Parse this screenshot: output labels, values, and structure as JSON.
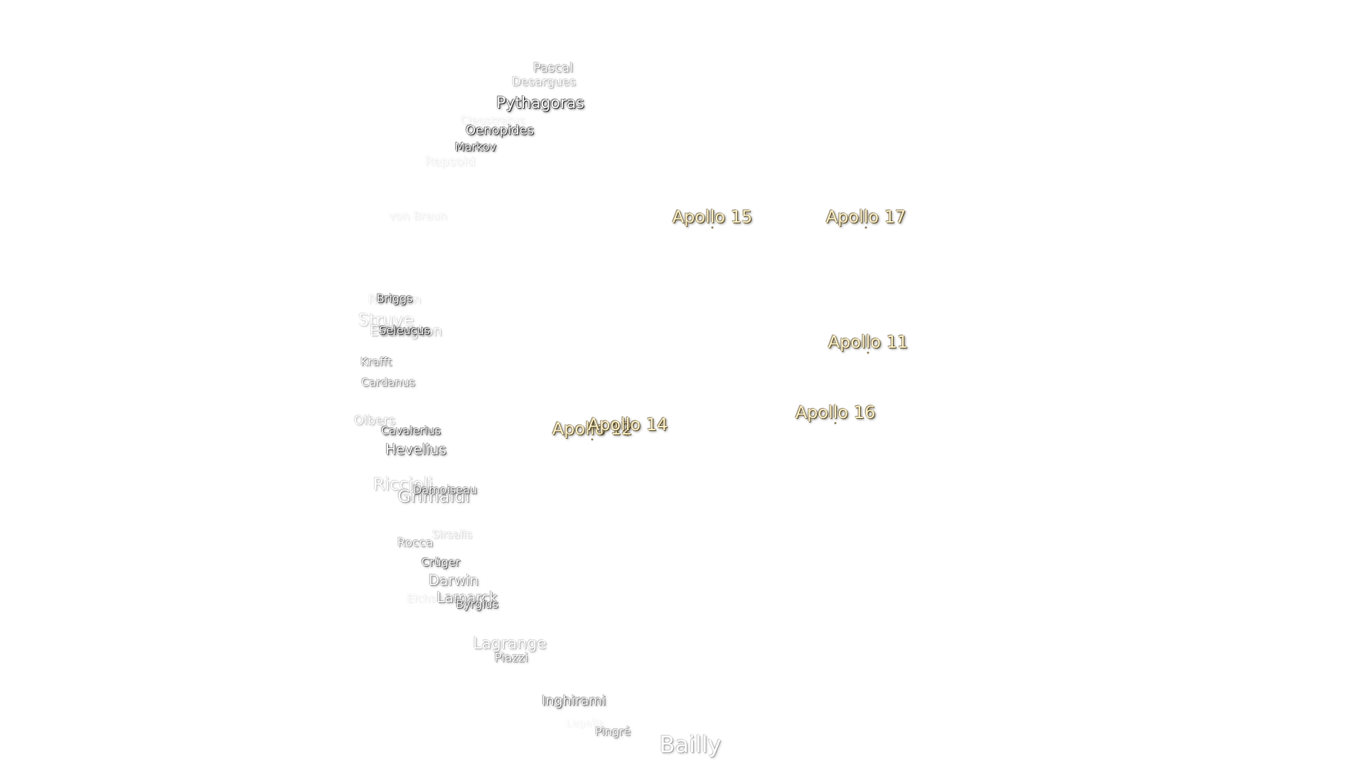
{
  "craters": [
    {
      "name": "Pascal",
      "tone": 0.55
    },
    {
      "name": "Desargues",
      "tone": 0.45
    },
    {
      "name": "Pythagoras",
      "tone": 0.9
    },
    {
      "name": "Cleostratus",
      "tone": 0.2
    },
    {
      "name": "Oenopides",
      "tone": 0.85
    },
    {
      "name": "Markov",
      "tone": 0.85
    },
    {
      "name": "Repsold",
      "tone": 0.2
    },
    {
      "name": "von Braun",
      "tone": 0.2
    },
    {
      "name": "Röntgen",
      "tone": 0.25
    },
    {
      "name": "Briggs",
      "tone": 0.8
    },
    {
      "name": "Struve",
      "tone": 0.35
    },
    {
      "name": "Eddington",
      "tone": 0.4
    },
    {
      "name": "Seleucus",
      "tone": 0.9
    },
    {
      "name": "Krafft",
      "tone": 0.6
    },
    {
      "name": "Cardanus",
      "tone": 0.6
    },
    {
      "name": "Olbers",
      "tone": 0.4
    },
    {
      "name": "Cavalerius",
      "tone": 0.8
    },
    {
      "name": "Hevelius",
      "tone": 0.75
    },
    {
      "name": "Riccioli",
      "tone": 0.4
    },
    {
      "name": "Grimaldi",
      "tone": 0.55
    },
    {
      "name": "Damoiseau",
      "tone": 0.7
    },
    {
      "name": "Sirsalis",
      "tone": 0.3
    },
    {
      "name": "Rocca",
      "tone": 0.55
    },
    {
      "name": "Crüger",
      "tone": 0.75
    },
    {
      "name": "Darwin",
      "tone": 0.6
    },
    {
      "name": "Eichstadt",
      "tone": 0.2
    },
    {
      "name": "Lamarck",
      "tone": 0.6
    },
    {
      "name": "Byrgius",
      "tone": 0.75
    },
    {
      "name": "Lagrange",
      "tone": 0.45
    },
    {
      "name": "Piazzi",
      "tone": 0.6
    },
    {
      "name": "Inghirami",
      "tone": 0.7
    },
    {
      "name": "Lagalla",
      "tone": 0.15
    },
    {
      "name": "Bailly",
      "tone": 0.5
    },
    {
      "name": "Pingré",
      "tone": 0.6
    }
  ],
  "landing_sites": [
    {
      "name": "Apollo 15"
    },
    {
      "name": "Apollo 17"
    },
    {
      "name": "Apollo 11"
    },
    {
      "name": "Apollo 12"
    },
    {
      "name": "Apollo 14"
    },
    {
      "name": "Apollo 16"
    }
  ],
  "colors": {
    "label_fill": "#ffffff",
    "crater_shadow": "#000000",
    "site_fill": "#fff3cc",
    "site_shadow": "#4a3a10"
  }
}
